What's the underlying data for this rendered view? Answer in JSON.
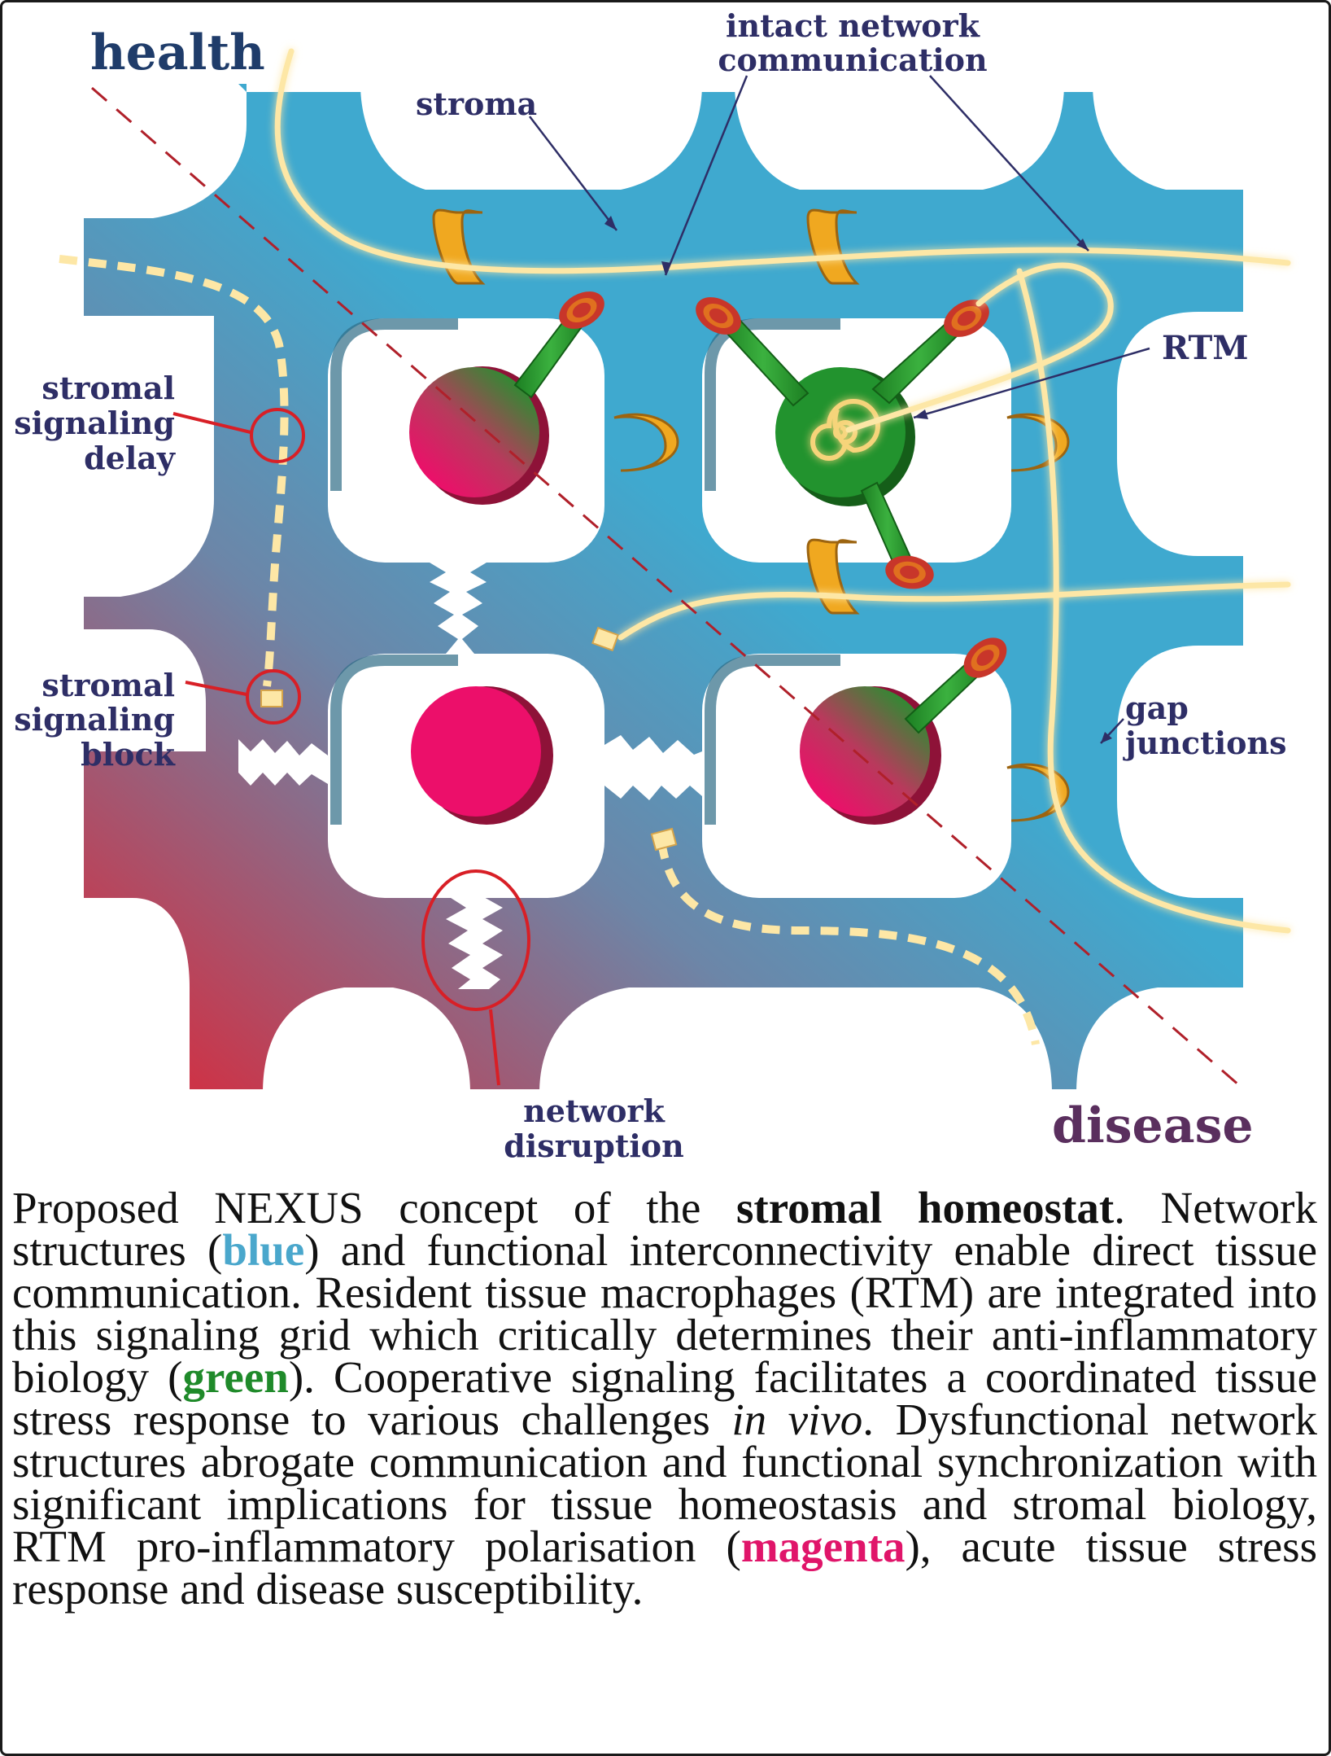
{
  "labels": {
    "health": "health",
    "disease": "disease",
    "stroma": "stroma",
    "intact_line1": "intact network",
    "intact_line2": "communication",
    "rtm": "RTM",
    "delay_line1": "stromal",
    "delay_line2": "signaling",
    "delay_line3": "delay",
    "block_line1": "stromal",
    "block_line2": "signaling",
    "block_line3": "block",
    "gap_line1": "gap",
    "gap_line2": "junctions",
    "disruption_line1": "network",
    "disruption_line2": "disruption"
  },
  "caption": {
    "p1": "Proposed NEXUS concept of the ",
    "b1": "stromal homeostat",
    "p2": ". Network structures (",
    "blue": "blue",
    "p3": ") and functional interconnectivity enable direct tissue communication. Resident tissue macrophages (RTM) are integrated into this signaling grid which critically determines their anti-inflammatory biology (",
    "green": "green",
    "p4": "). Cooperative signaling facilitates a coordinated tissue stress response to various challenges ",
    "italic": "in vivo",
    "p5": ". Dysfunctional network structures abrogate communication and functional synchronization with significant implications for tissue homeostasis and stromal biology, RTM pro-inflammatory polarisation (",
    "magenta": "magenta",
    "p6": "), acute tissue stress response and disease susceptibility."
  },
  "colors": {
    "stroma_blue": "#3fa9cf",
    "disease_red": "#c8344a",
    "rtm_green": "#22932e",
    "magenta": "#e8106a",
    "gap_junction": "#f0a820",
    "signal": "#fde7a6",
    "marker_red": "#d81f26",
    "label_navy": "#2e2e66"
  }
}
